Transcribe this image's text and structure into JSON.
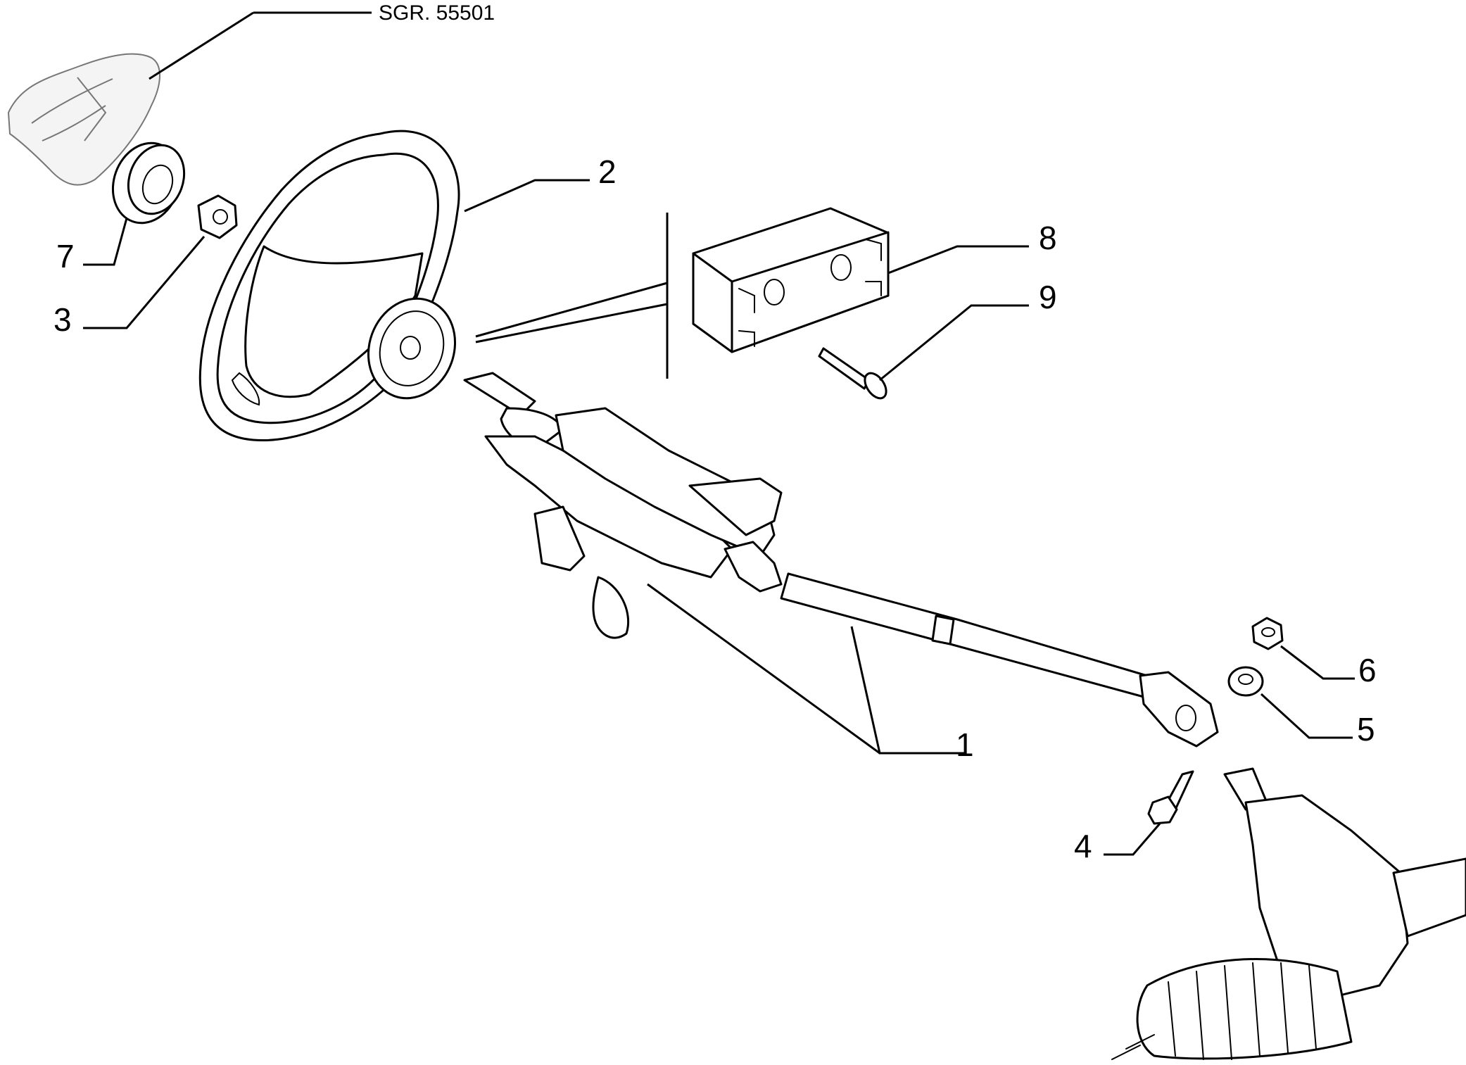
{
  "diagram": {
    "reference": "SGR. 55501",
    "callouts": [
      {
        "id": "1",
        "label": "1"
      },
      {
        "id": "2",
        "label": "2"
      },
      {
        "id": "3",
        "label": "3"
      },
      {
        "id": "4",
        "label": "4"
      },
      {
        "id": "5",
        "label": "5"
      },
      {
        "id": "6",
        "label": "6"
      },
      {
        "id": "7",
        "label": "7"
      },
      {
        "id": "8",
        "label": "8"
      },
      {
        "id": "9",
        "label": "9"
      }
    ]
  }
}
